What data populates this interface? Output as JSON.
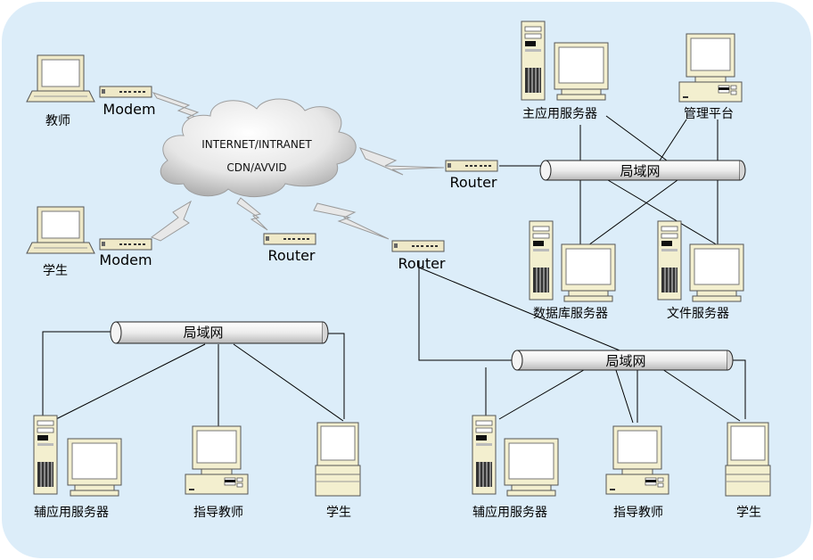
{
  "cloud": {
    "line1": "INTERNET/INTRANET",
    "line2": "CDN/AVVID"
  },
  "labels": {
    "teacher": "教师",
    "student": "学生",
    "modem1": "Modem",
    "modem2": "Modem",
    "router_top": "Router",
    "router_mid": "Router",
    "router_low": "Router",
    "main_server": "主应用服务器",
    "mgmt_platform": "管理平台",
    "db_server": "数据库服务器",
    "file_server": "文件服务器",
    "lan_top": "局域网",
    "lan_left": "局域网",
    "lan_right": "局域网",
    "aux_server_left": "辅应用服务器",
    "guide_teacher_left": "指导教师",
    "student_left": "学生",
    "aux_server_right": "辅应用服务器",
    "guide_teacher_right": "指导教师",
    "student_right": "学生"
  },
  "colors": {
    "background": "#dcedf9",
    "line": "#000000",
    "device": "#f3efcf",
    "screen": "#ffffff"
  }
}
